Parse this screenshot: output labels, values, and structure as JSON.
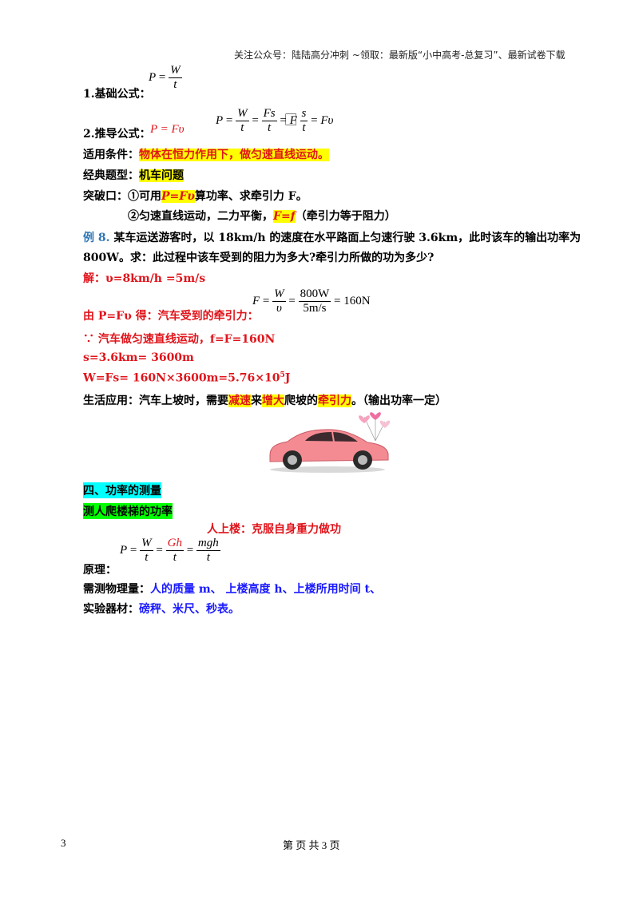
{
  "header": {
    "text": "关注公众号：陆陆高分冲刺  ~领取：最新版“小中高考-总复习”、最新试卷下载"
  },
  "basic_formula": {
    "label": "1.基础公式：",
    "lhs": "P",
    "num": "W",
    "den": "t"
  },
  "derived_formula": {
    "label": "2.推导公式：",
    "red_formula": "P = Fυ",
    "P": "P",
    "W": "W",
    "t1": "t",
    "Fs": "Fs",
    "t2": "t",
    "F": "F",
    "box": "⃞",
    "s": "s",
    "t3": "t",
    "Fv": "Fυ"
  },
  "condition": {
    "label": "适用条件：",
    "value": "物体在恒力作用下，做匀速直线运动。"
  },
  "classic": {
    "label": "经典题型：",
    "value": "机车问题"
  },
  "breakthrough": {
    "label": "突破口：①可用",
    "hl1": "P=Fυ",
    "text1": "算功率、求牵引力 F。",
    "text2": "②匀速直线运动，二力平衡，",
    "hl2": "F=f",
    "text3": "（牵引力等于阻力）"
  },
  "example": {
    "label": "例 8.",
    "line1": " 某车运送游客时，以 18km/h 的速度在水平路面上匀速行驶 3.6km，此时该车的输出功率为",
    "line2": "800W。求：此过程中该车受到的阻力为多大?牵引力所做的功为多少?"
  },
  "solution": {
    "line1": "解：υ=8km/h =5m/s",
    "line2": "由 P=Fυ 得：汽车受到的牵引力：",
    "eq": {
      "lhs": "F",
      "num1": "W",
      "den1": "υ",
      "num2": "800W",
      "den2": "5m/s",
      "result": "160N"
    },
    "line3": "∵ 汽车做匀速直线运动，f=F=160N",
    "line4": "s=3.6km= 3600m",
    "line5": "W=Fs= 160N×3600m=5.76×10",
    "line5_sup": "5",
    "line5_end": "J"
  },
  "life": {
    "label": "生活应用：汽车上坡时，需要",
    "hl1": "减速",
    "text1": "来",
    "hl2": "增大",
    "text2": "爬坡的",
    "hl3": "牵引力",
    "text3": "。（输出功率一定）"
  },
  "section4": {
    "title": "四、功率的测量"
  },
  "stairs": {
    "title": "测人爬楼梯的功率"
  },
  "upstairs": {
    "text": "人上楼：克服自身重力做功"
  },
  "principle": {
    "label": "原理：",
    "P": "P",
    "num1": "W",
    "den1": "t",
    "num2": "Gh",
    "den2": "t",
    "num3": "mgh",
    "den3": "t"
  },
  "quantities": {
    "label": "需测物理量：",
    "value": "人的质量 m、 上楼高度 h、上楼所用时间 t、"
  },
  "equipment": {
    "label": "实验器材：",
    "value": "磅秤、米尺、秒表。"
  },
  "footer": {
    "page_num": "3",
    "center": "第   页 共 3 页"
  },
  "colors": {
    "red": "#e0141b",
    "blue": "#1a1aff",
    "yellow": "#ffff00",
    "cyan": "#00ffff",
    "green": "#00ff00",
    "orange": "#ffc000",
    "car": "#f48b93"
  }
}
